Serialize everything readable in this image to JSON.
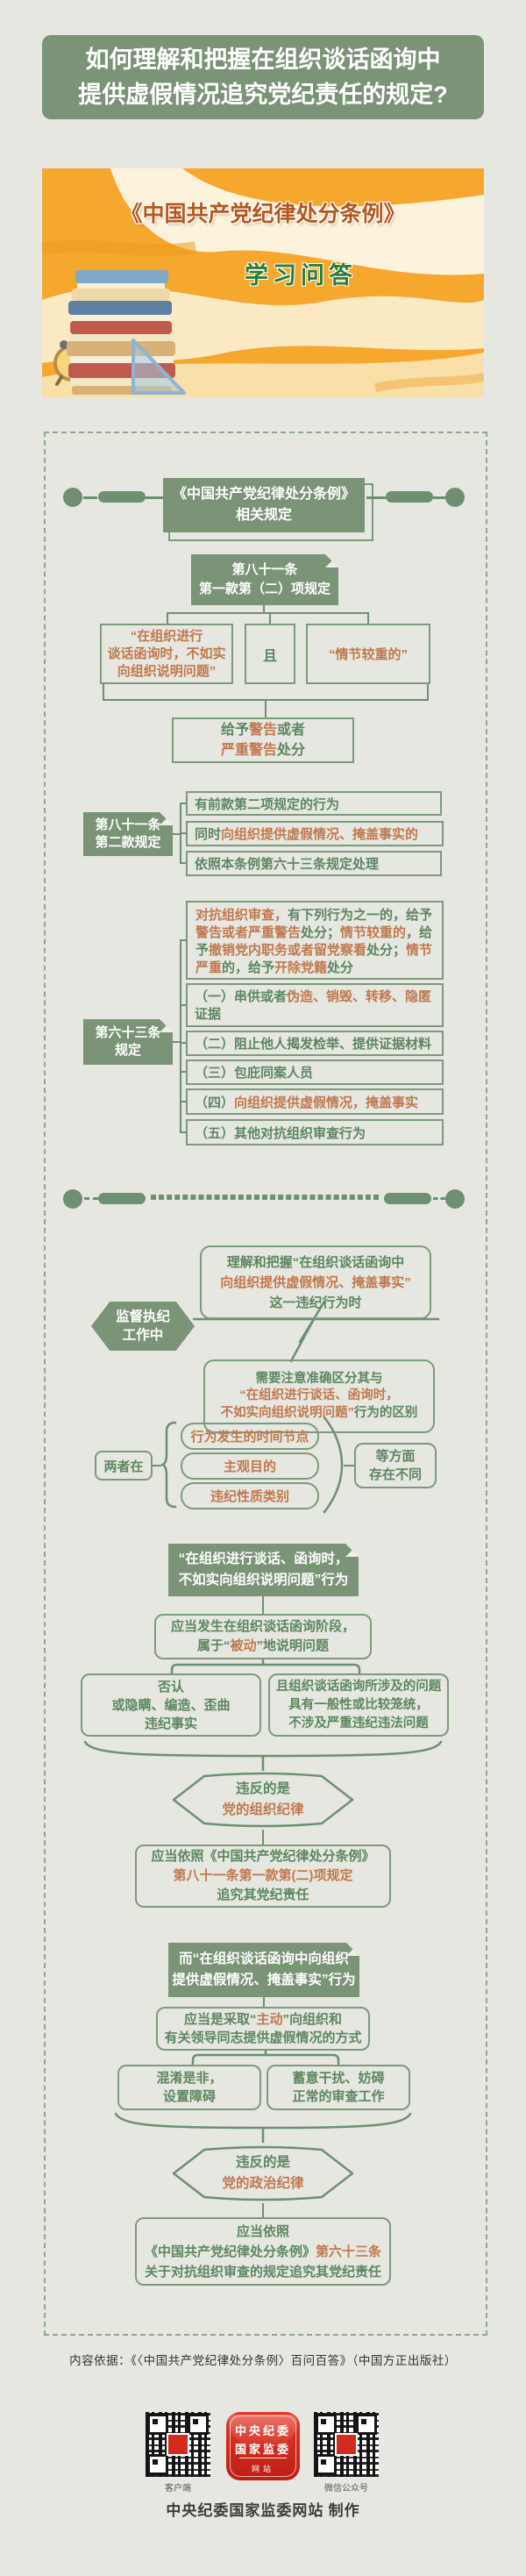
{
  "title": {
    "line1": "如何理解和把握在组织谈话函询中",
    "line2": "提供虚假情况追究党纪责任的规定?"
  },
  "banner": {
    "book_title": "《中国共产党纪律处分条例》",
    "subtitle": "学习问答"
  },
  "sec1": {
    "header_line1": "《中国共产党纪律处分条例》",
    "header_line2": "相关规定",
    "a81_label": "第八十一条\n第一款第（二）项规定",
    "quote_talk": "“在组织进行\n谈话函询时，不如实\n向组织说明问题”",
    "and_label": "且",
    "quote_serious": "“情节较重的”",
    "penalty": {
      "s1": "给予",
      "s2": "警告",
      "s3": "或者",
      "s4": "严重警告",
      "s5": "处分"
    },
    "a81_2_label": "第八十一条\n第二款规定",
    "a81_2_b1": "有前款第二项规定的行为",
    "a81_2_b2": {
      "s1": "同时",
      "s2": "向组织提供虚假情况、掩盖事实的"
    },
    "a81_2_b3": "依照本条例第六十三条规定处理",
    "a63_label": "第六十三条\n规定",
    "a63_main": {
      "o1": "对抗组织审查，",
      "g1": "有下列行为之一的，给予",
      "o2": "警告或者严重警告",
      "g2": "处分；",
      "o3": "情节较重的",
      "g3": "，给予",
      "o4": "撤销党内职务或者留党察看",
      "g4": "处分；",
      "o5": "情节严重",
      "g5": "的，给予",
      "o6": "开除党籍",
      "g6": "处分"
    },
    "a63_i1": {
      "g1": "（一）串供或者",
      "o1": "伪造、销毁、转移、隐匿",
      "g2": "证据"
    },
    "a63_i2": "（二）阻止他人揭发检举、提供证据材料",
    "a63_i3": "（三）包庇同案人员",
    "a63_i4": {
      "g1": "（四）",
      "o1": "向组织提供虚假情况，掩盖事实"
    },
    "a63_i5": "（五）其他对抗组织审查行为"
  },
  "sec2": {
    "hex_label": "监督执纪\n工作中",
    "grasp": {
      "l1": "理解和把握“在组织谈话函询中",
      "l2": "向组织提供虚假情况、掩盖事实”",
      "l3": "这一违纪行为时"
    },
    "distinguish": {
      "l1": "需要注意准确区分其与",
      "l2": "“在组织进行谈话、函询时，",
      "l3o": "不如实向组织说明问题”",
      "l3g": "行为的区别"
    },
    "both_label": "两者在",
    "diff1": "行为发生的时间节点",
    "diff2": "主观目的",
    "diff3": "违纪性质类别",
    "etc_label": "等方面\n存在不同",
    "behavior1": "“在组织进行谈话、函询时，\n不如实向组织说明问题”行为",
    "passive": {
      "l1": "应当发生在组织谈话函询阶段，",
      "s1": "属于“",
      "s2": "被动",
      "s3": "”地说明问题"
    },
    "deny": "否认\n或隐瞒、编造、歪曲\n违纪事实",
    "general": "且组织谈话函询所涉及的问题\n具有一般性或比较笼统，\n不涉及严重违纪违法问题",
    "violate1": {
      "l1": "违反的是",
      "l2": "党的组织纪律"
    },
    "basis1": {
      "l1": "应当依照《中国共产党纪律处分条例》",
      "l2": "第八十一条第一款第(二)项规定",
      "l3": "追究其党纪责任"
    },
    "behavior2": "而“在组织谈话函询中向组织\n提供虚假情况、掩盖事实”行为",
    "active": {
      "s1": "应当是采取“",
      "s2": "主动",
      "s3": "”向组织和",
      "l2": "有关领导同志提供虚假情况的方式"
    },
    "confuse": "混淆是非，\n设置障碍",
    "obstruct": "蓄意干扰、妨碍\n正常的审查工作",
    "violate2": {
      "l1": "违反的是",
      "l2": "党的政治纪律"
    },
    "basis2": {
      "l1": "应当依照",
      "l2g": "《中国共产党纪律处分条例》",
      "l2o": "第六十三条",
      "l3": "关于对抗组织审查的规定追究其党纪责任"
    }
  },
  "footer": {
    "source": "内容依据：《〈中国共产党纪律处分条例〉百问百答》（中国方正出版社）",
    "qr_left_label": "客户端",
    "qr_right_label": "微信公众号",
    "app_line1": "中央纪委",
    "app_line2": "国家监委",
    "app_line3": "网站",
    "credit": "中央纪委国家监委网站 制作"
  },
  "colors": {
    "page_bg": "#E6E7E0",
    "green_solid": "#7B9377",
    "green_border": "#7E9A7A",
    "green_text": "#5C8660",
    "orange_text": "#C0784E",
    "banner_orange": "#F6A72E",
    "banner_title": "#B3591F",
    "banner_subtitle": "#2E7D35",
    "app_red": "#D42B20"
  }
}
